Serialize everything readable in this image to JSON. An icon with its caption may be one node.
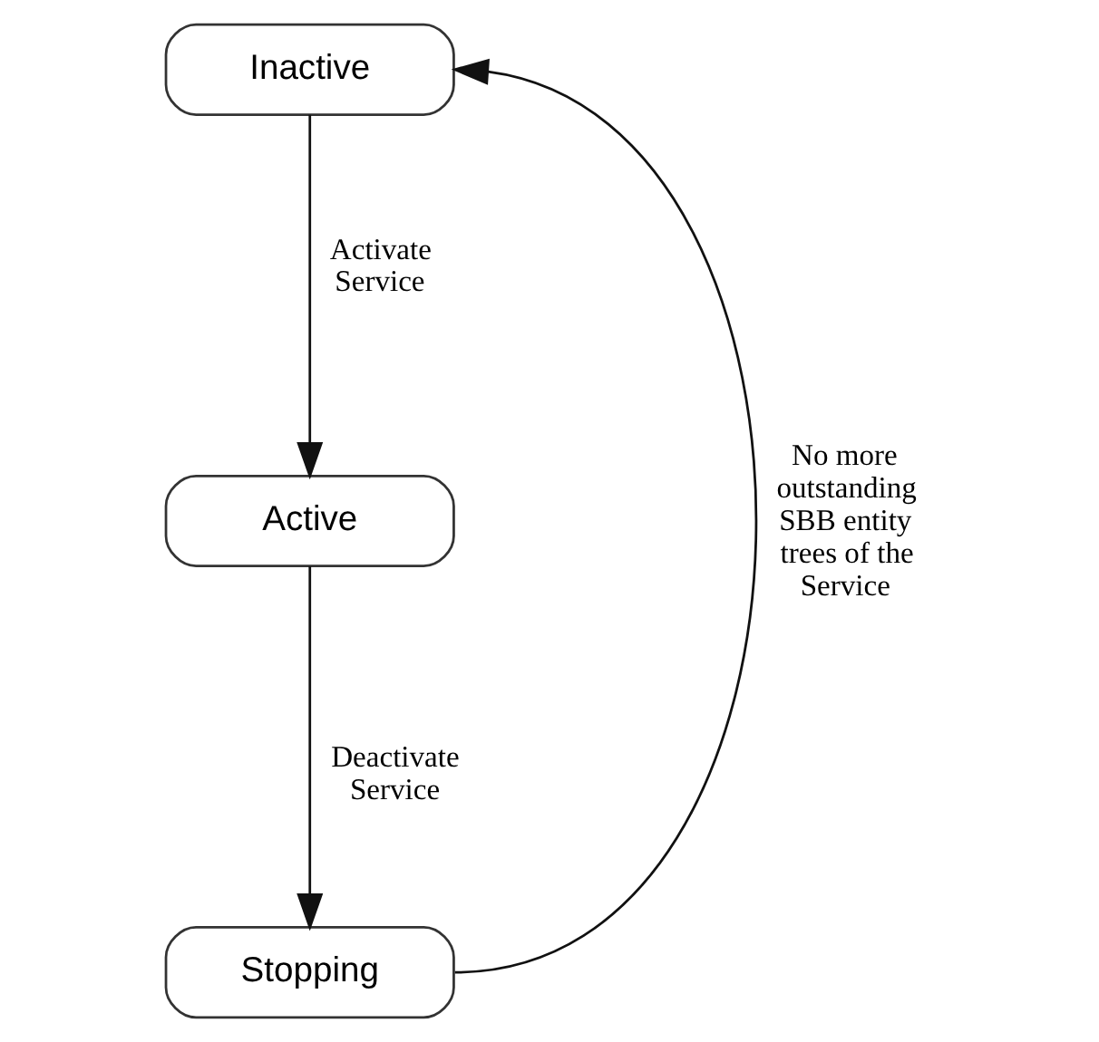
{
  "diagram": {
    "nodes": [
      {
        "text": [
          "Inactive"
        ]
      },
      {
        "text": [
          "Active"
        ]
      },
      {
        "text": [
          "Stopping"
        ]
      }
    ],
    "edges": [
      {
        "from": 0,
        "to": 1,
        "arrow": "to",
        "label": "Activate Service"
      },
      {
        "from": 1,
        "to": 2,
        "arrow": "to",
        "label": "Deactivate Service"
      },
      {
        "from": 2,
        "to": 0,
        "arrow": "to",
        "label": "No more outstanding SBB entity trees of the Service"
      }
    ]
  }
}
